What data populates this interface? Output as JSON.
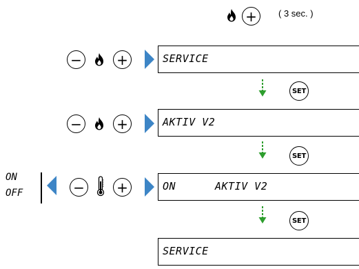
{
  "hint": {
    "button": "+",
    "duration": "( 3 sec. )"
  },
  "rows": [
    {
      "minus": "−",
      "plus": "+",
      "display_left": "SERVICE",
      "display_right": ""
    },
    {
      "minus": "−",
      "plus": "+",
      "display_left": "AKTIV V2",
      "display_right": ""
    },
    {
      "minus": "−",
      "plus": "+",
      "display_left": "ON",
      "display_right": "AKTIV V2"
    },
    {
      "display_left": "SERVICE",
      "display_right": ""
    }
  ],
  "set_buttons": [
    "SET",
    "SET",
    "SET"
  ],
  "toggle": {
    "on": "ON",
    "off": "OFF"
  },
  "colors": {
    "arrow_blue": "#3d85c6",
    "dash_green": "#2e9e2e",
    "outline": "#000000"
  },
  "icons": {
    "flame": "flame-icon",
    "thermometer": "thermometer-icon",
    "arrow_right": "blue-arrow-right-icon",
    "arrow_left": "blue-arrow-left-icon",
    "arrow_down": "green-dashed-arrow-down-icon"
  }
}
